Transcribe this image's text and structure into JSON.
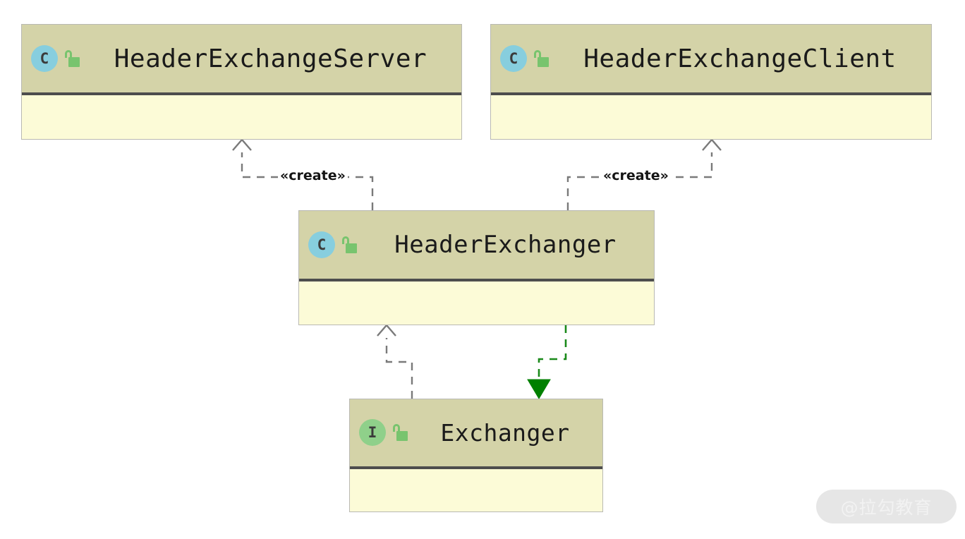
{
  "diagram": {
    "kind": "uml-class-diagram",
    "background": "#ffffff",
    "palette": {
      "header_fill": "#d4d3a8",
      "body_fill": "#fcfbd7",
      "box_border": "#b9b9b3",
      "header_rule": "#4d4d4d",
      "class_badge": "#87cede",
      "interface_badge": "#8fd08a",
      "lock_green": "#78c46e",
      "dependency_grey": "#7a7a7a",
      "realization_green": "#1a8a1a"
    },
    "nodes": [
      {
        "id": "header-exchange-server",
        "name": "HeaderExchangeServer",
        "stereotype": "class",
        "badge_letter": "C",
        "visibility_icon": "unlocked-padlock-icon",
        "members": []
      },
      {
        "id": "header-exchange-client",
        "name": "HeaderExchangeClient",
        "stereotype": "class",
        "badge_letter": "C",
        "visibility_icon": "unlocked-padlock-icon",
        "members": []
      },
      {
        "id": "header-exchanger",
        "name": "HeaderExchanger",
        "stereotype": "class",
        "badge_letter": "C",
        "visibility_icon": "unlocked-padlock-icon",
        "members": []
      },
      {
        "id": "exchanger",
        "name": "Exchanger",
        "stereotype": "interface",
        "badge_letter": "I",
        "visibility_icon": "unlocked-padlock-icon",
        "members": []
      }
    ],
    "edges": [
      {
        "id": "create-server",
        "from": "header-exchanger",
        "to": "header-exchange-server",
        "label": "«create»",
        "style": "dashed",
        "arrow": "open",
        "color": "#7a7a7a"
      },
      {
        "id": "create-client",
        "from": "header-exchanger",
        "to": "header-exchange-client",
        "label": "«create»",
        "style": "dashed",
        "arrow": "open",
        "color": "#7a7a7a"
      },
      {
        "id": "exchanger-to-header-exchanger",
        "from": "exchanger",
        "to": "header-exchanger",
        "label": "",
        "style": "dashed",
        "arrow": "open",
        "color": "#7a7a7a"
      },
      {
        "id": "header-exchanger-implements-exchanger",
        "from": "header-exchanger",
        "to": "exchanger",
        "label": "",
        "style": "dashed",
        "arrow": "filled-triangle",
        "color": "#1a8a1a"
      }
    ]
  },
  "watermark": {
    "text": "@拉勾教育"
  }
}
